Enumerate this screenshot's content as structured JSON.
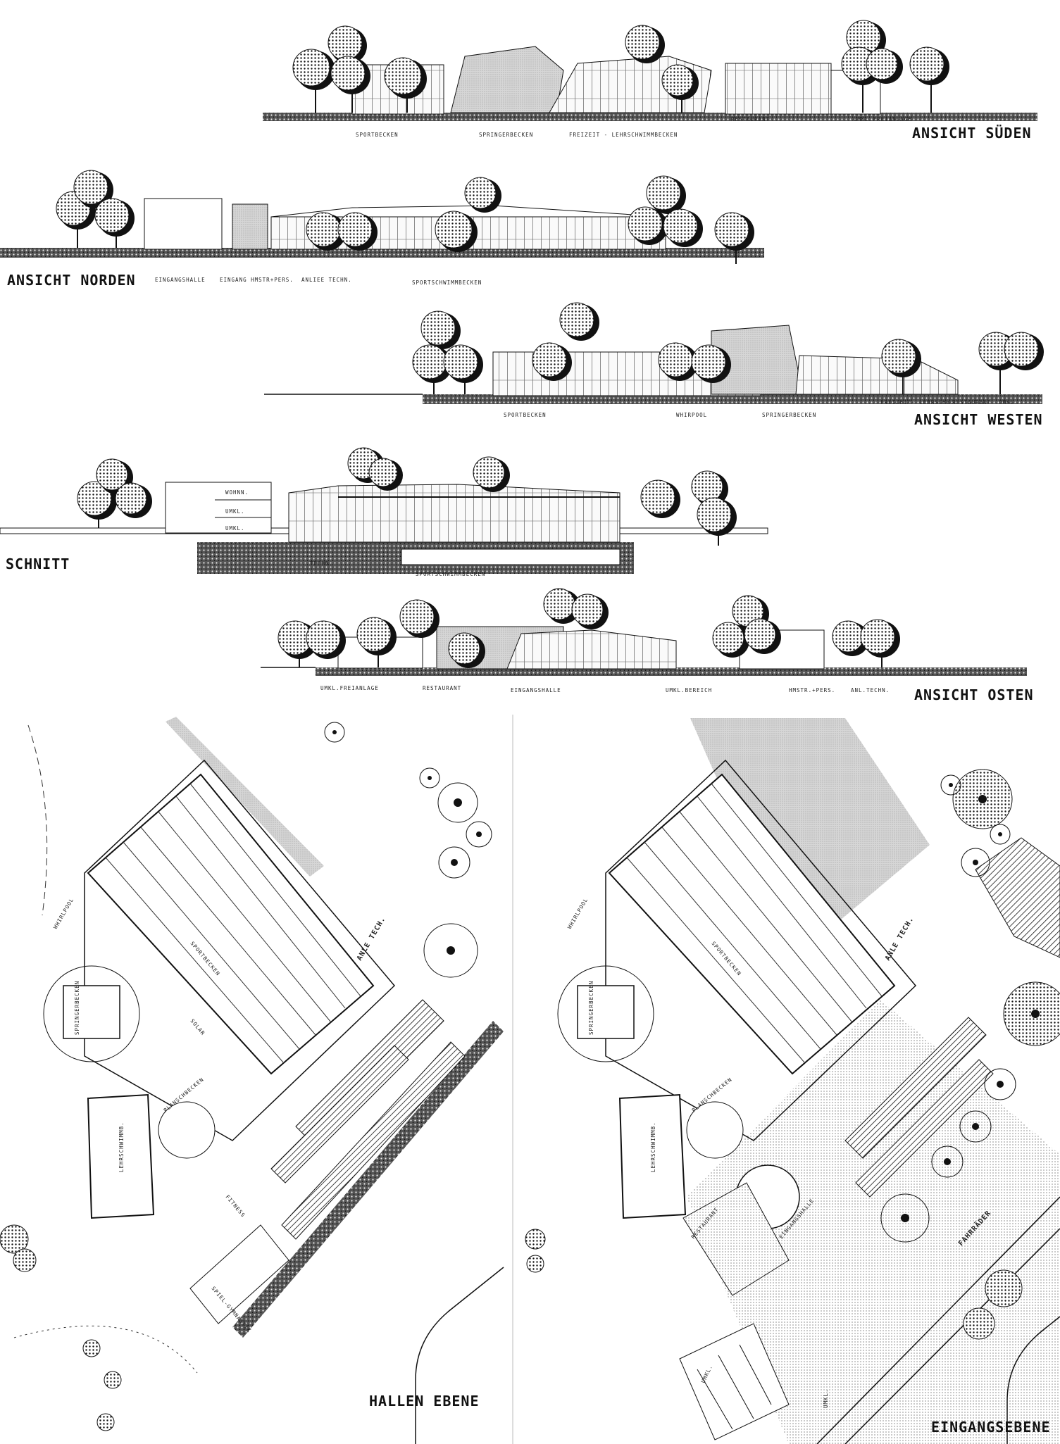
{
  "elevations": {
    "sued": {
      "title": "ANSICHT SÜDEN",
      "labels": [
        "SPORTBECKEN",
        "SPRINGERBECKEN",
        "FREIZEIT - LEHRSCHWIMMBECKEN",
        "RESTAURANT",
        "UMKL.FREIANLAGE"
      ]
    },
    "norden": {
      "title": "ANSICHT NORDEN",
      "labels": [
        "EINGANGSHALLE",
        "EINGANG HMSTR+PERS.",
        "ANLIEE TECHN.",
        "SPORTSCHWIMMBECKEN"
      ]
    },
    "westen": {
      "title": "ANSICHT WESTEN",
      "labels": [
        "SPORTBECKEN",
        "WHIRPOOL",
        "SPRINGERBECKEN",
        "FREIZEIT- LEHRSCHW.",
        "RESTAURANT",
        "UMKL."
      ]
    },
    "schnitt": {
      "title": "SCHNITT",
      "labels": [
        "WOHNN.",
        "UMKL.",
        "UMKL.",
        "TECHN.",
        "SPORTSCHWIMMBECKEN"
      ]
    },
    "osten": {
      "title": "ANSICHT OSTEN",
      "labels": [
        "UMKL.FREIANLAGE",
        "RESTAURANT",
        "EINGANGSHALLE",
        "UMKL.BEREICH",
        "HMSTR.+PERS.",
        "ANL.TECHN."
      ]
    }
  },
  "plans": {
    "halle": {
      "title": "HALLEN EBENE",
      "labels": [
        "ANLE TECH.",
        "WHIRLPOOL",
        "SPRINGERBECKEN",
        "SPORTBECKEN",
        "LEHRSCHWIMMB.",
        "PLANSCHBECKEN",
        "SPIEL-GYMNASTIK",
        "FITNESS",
        "SOLAR"
      ]
    },
    "eingang": {
      "title": "EINGANGSEBENE",
      "labels": [
        "ANLE TECH.",
        "WHIRLPOOL",
        "SPRINGERBECKEN",
        "SPORTBECKEN",
        "LEHRSCHWIMMB.",
        "PLANSCHBECKEN",
        "RESTAURANT",
        "EINGANGSHALLE",
        "FAHRRÄDER",
        "UMKL.",
        "UMKL."
      ]
    }
  }
}
